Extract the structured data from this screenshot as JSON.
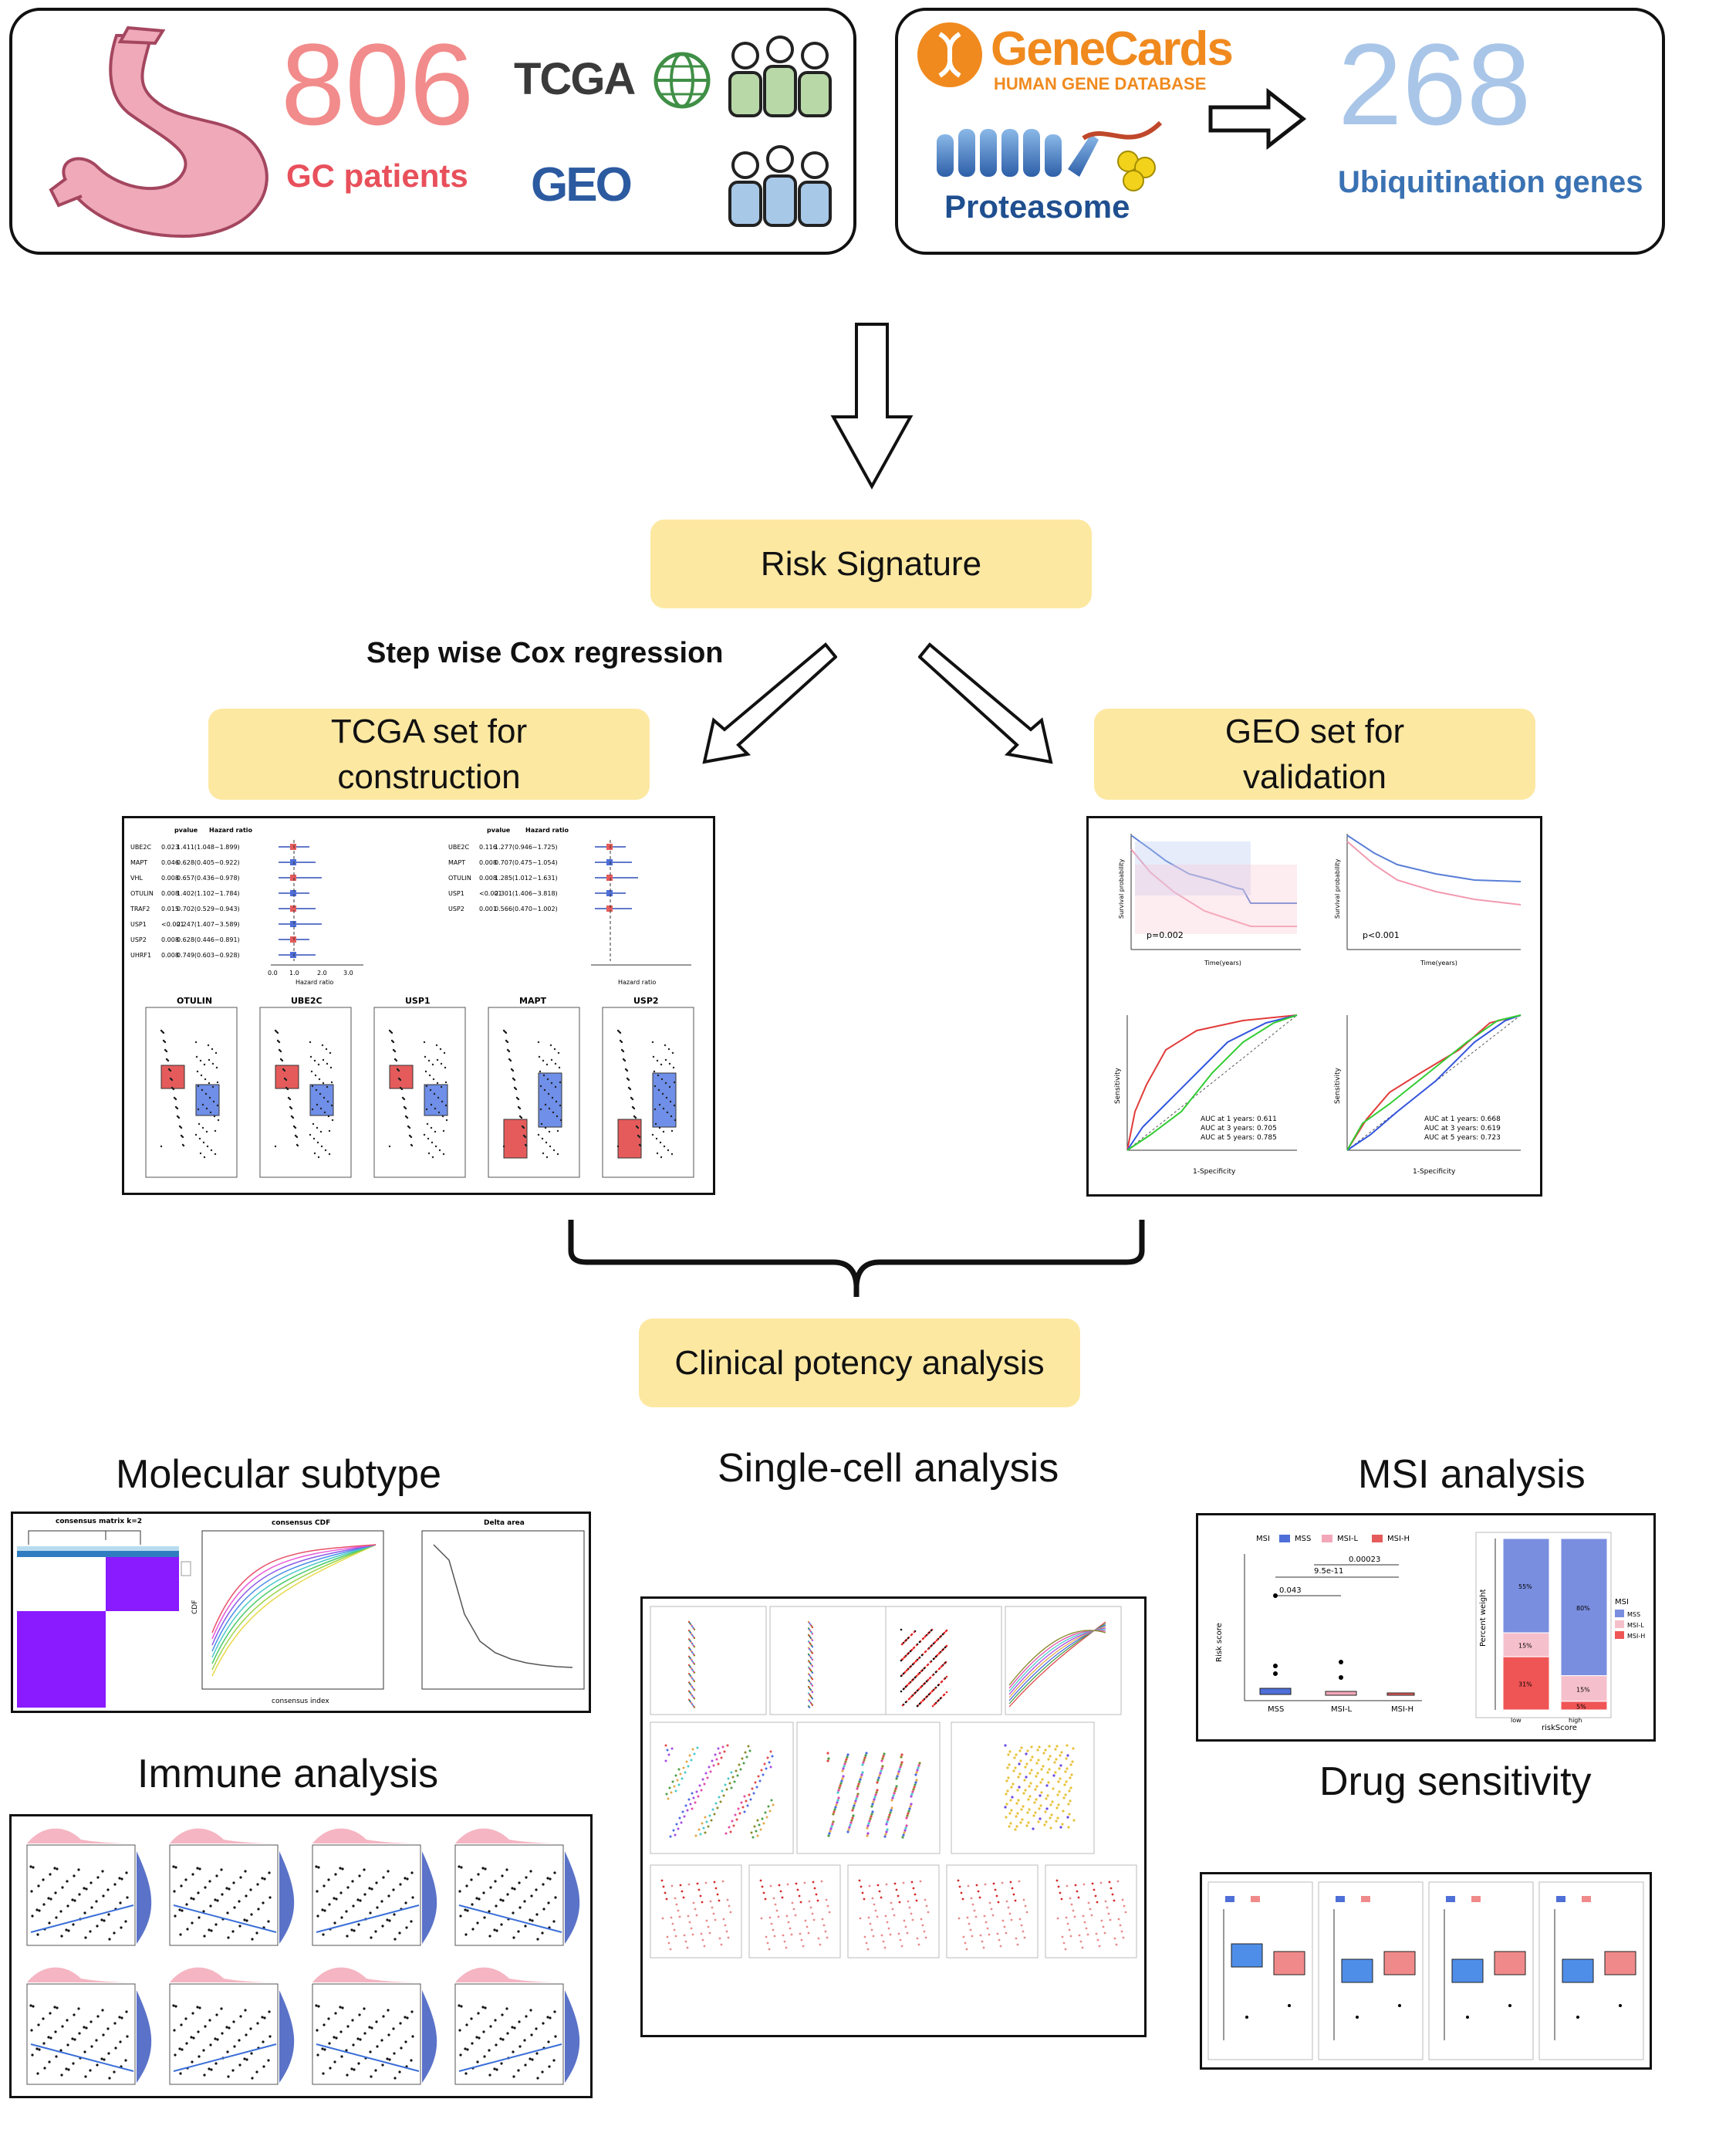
{
  "top_left": {
    "count": "806",
    "count_label": "GC patients",
    "tcga_logo": "TCGA",
    "geo_logo": "GEO"
  },
  "top_right": {
    "genecards_title": "GeneCards",
    "genecards_subtitle": "HUMAN GENE DATABASE",
    "proteasome_label": "Proteasome",
    "count": "268",
    "count_label": "Ubiquitination genes"
  },
  "risk_signature_label": "Risk Signature",
  "stepwise_label": "Step wise Cox regression",
  "tcga_set_label": "TCGA set for construction",
  "geo_set_label": "GEO set for validation",
  "clinical_label": "Clinical potency analysis",
  "sections": {
    "molecular_subtype": "Molecular subtype",
    "single_cell": "Single-cell analysis",
    "msi": "MSI analysis",
    "immune": "Immune analysis",
    "drug": "Drug sensitivity"
  },
  "tcga_forest": {
    "header": [
      "pvalue",
      "Hazard ratio"
    ],
    "genes": [
      "UBE2C",
      "MAPT",
      "VHL",
      "OTULIN",
      "TRAF2",
      "USP1",
      "USP2",
      "UHRF1"
    ],
    "pvalues": [
      "0.023",
      "0.046",
      "0.008",
      "0.008",
      "0.015",
      "<0.001",
      "0.008",
      "0.008"
    ],
    "hr_text": [
      "1.411(1.048~1.899)",
      "0.628(0.405~0.922)",
      "0.657(0.436~0.978)",
      "1.402(1.102~1.784)",
      "0.702(0.529~0.943)",
      "2.247(1.407~3.589)",
      "0.628(0.446~0.891)",
      "0.749(0.603~0.928)"
    ],
    "xlabel": "Hazard ratio",
    "ticks": [
      "0.0",
      "1.0",
      "2.0",
      "3.0"
    ]
  },
  "tcga_forest2": {
    "genes": [
      "UBE2C",
      "MAPT",
      "OTULIN",
      "USP1",
      "USP2"
    ],
    "pvalues": [
      "0.116",
      "0.008",
      "0.008",
      "<0.001",
      "0.001"
    ],
    "hr_text": [
      "1.277(0.946~1.725)",
      "0.707(0.475~1.054)",
      "1.285(1.012~1.631)",
      "2.301(1.406~3.818)",
      "0.566(0.470~1.002)"
    ]
  },
  "tcga_boxplots": [
    "OTULIN",
    "UBE2C",
    "USP1",
    "MAPT",
    "USP2"
  ],
  "geo_km": {
    "left_pvalue": "p=0.002",
    "right_pvalue": "p<0.001",
    "xlabel": "Time(years)",
    "ylabel": "Survival probability"
  },
  "geo_roc_left": [
    "AUC at 1 years: 0.611",
    "AUC at 3 years: 0.705",
    "AUC at 5 years: 0.785"
  ],
  "geo_roc_right": [
    "AUC at 1 years: 0.668",
    "AUC at 3 years: 0.619",
    "AUC at 5 years: 0.723"
  ],
  "roc_xlabel": "1-Specificity",
  "roc_ylabel": "Sensitivity",
  "molecular_fig": {
    "t1": "consensus matrix k=2",
    "t2": "consensus CDF",
    "t3": "Delta area",
    "xlabel": "consensus index",
    "ylabel": "CDF"
  },
  "msi_fig": {
    "legend_title": "MSI",
    "groups": [
      "MSS",
      "MSI-L",
      "MSI-H"
    ],
    "pvals": [
      "0.00023",
      "9.5e-11",
      "0.043"
    ],
    "ylabel": "Risk score",
    "bar_xlabel": "riskScore",
    "bar_ylabel": "Percent weight",
    "bar_categories": [
      "low",
      "high"
    ],
    "pct_low": [
      "55%",
      "15%",
      "31%"
    ],
    "pct_high": [
      "80%",
      "15%",
      "5%"
    ]
  },
  "colors": {
    "count_left": "#f28b8b",
    "count_label_left": "#e8505b",
    "count_right": "#a9c6e8",
    "count_label_right": "#3a72b3",
    "proteasome": "#1f4f8f",
    "yellow": "#fde8a2",
    "tcga_green": "#3f8f46",
    "geo_blue": "#2c5aa0"
  }
}
